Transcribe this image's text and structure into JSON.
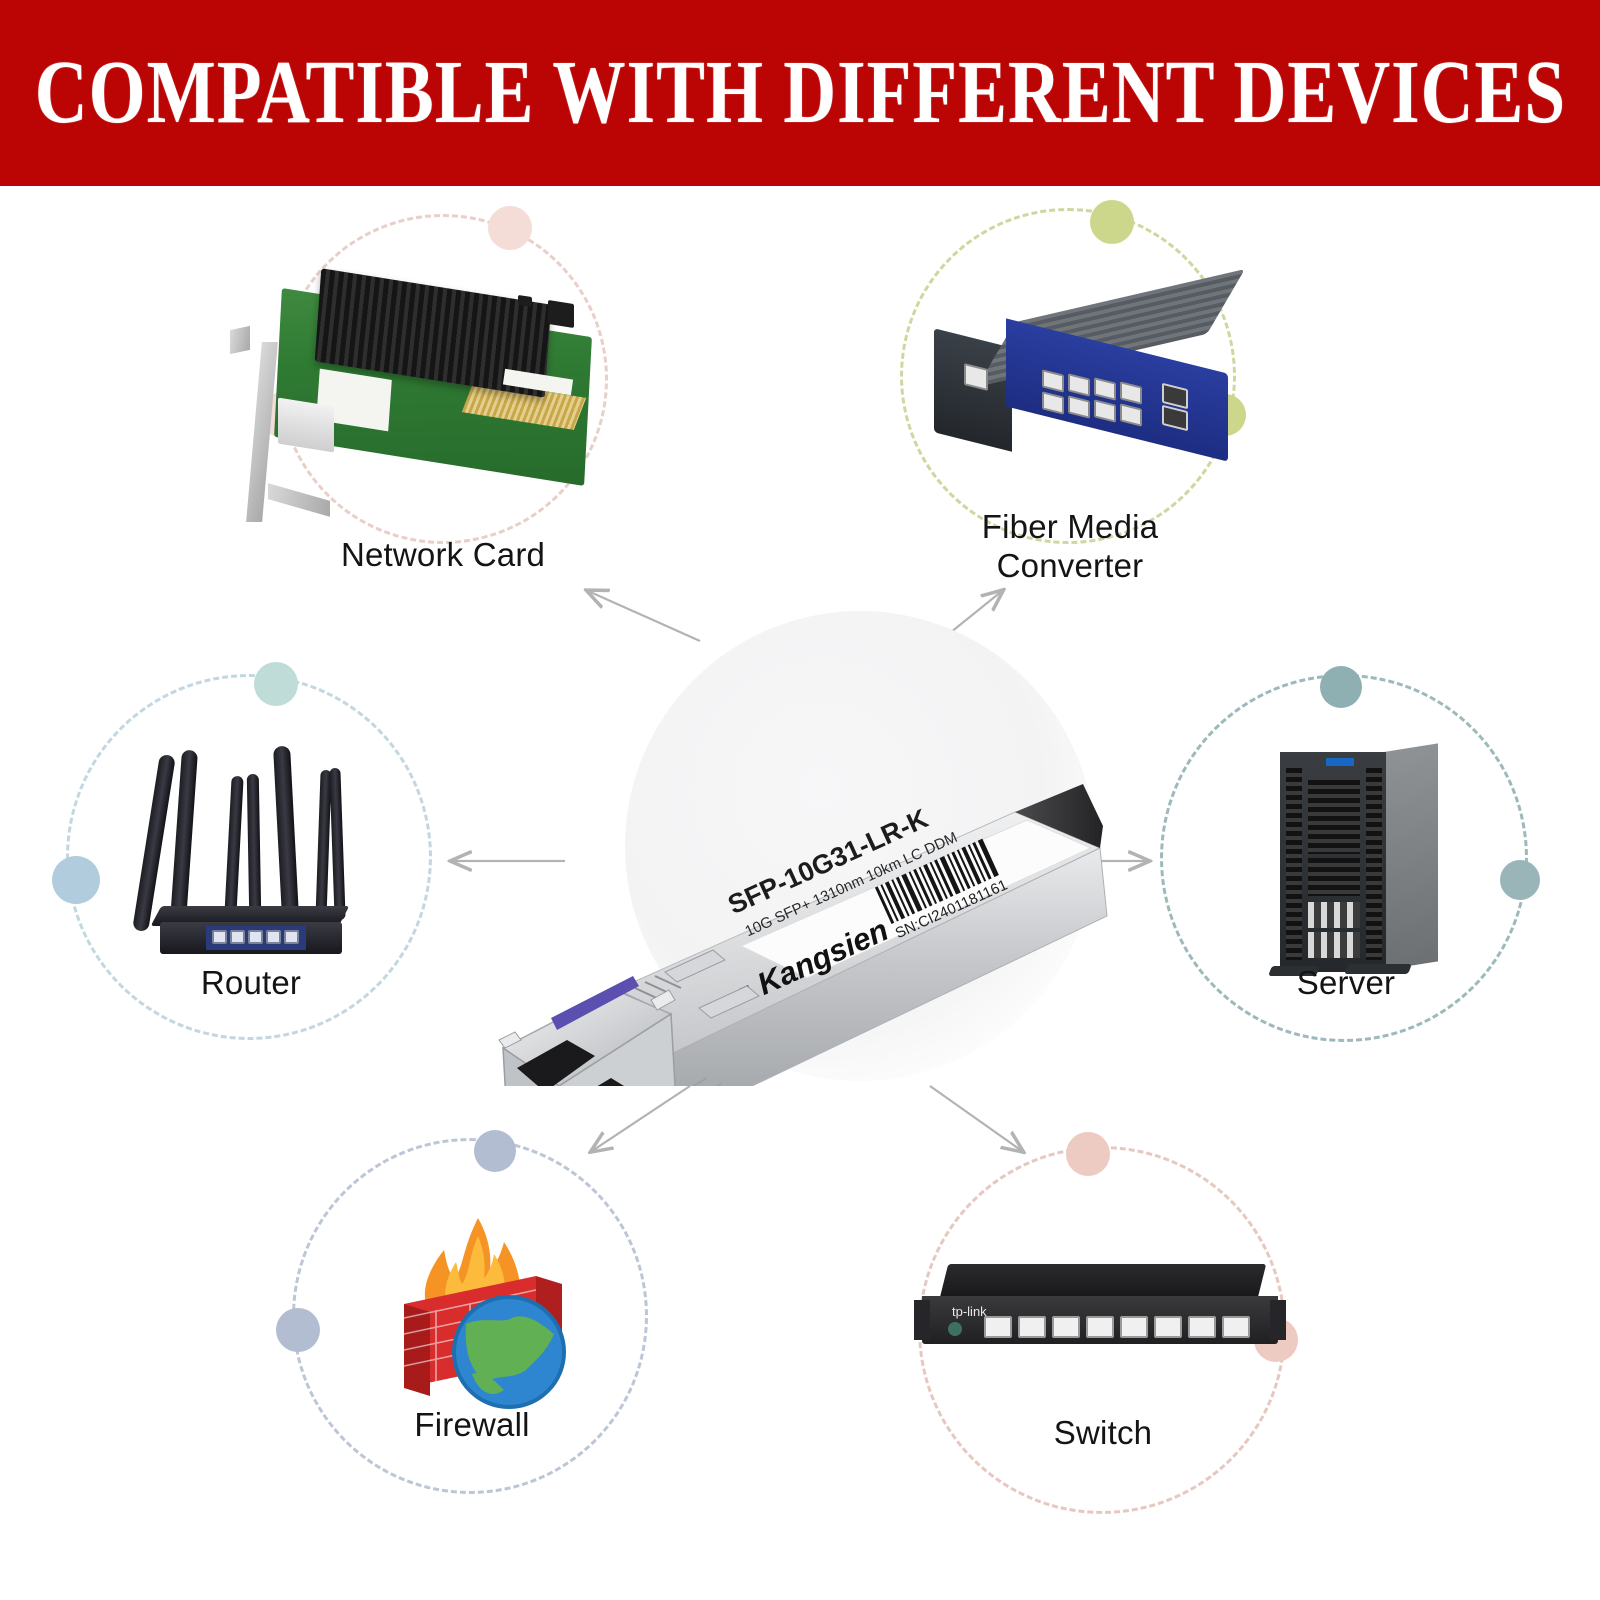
{
  "banner": {
    "title": "COMPATIBLE WITH DIFFERENT DEVICES",
    "background_color": "#bb0505",
    "text_color": "#ffffff"
  },
  "product": {
    "name": "SFP-10G31-LR-K",
    "spec": "10G SFP+ 1310nm 10km LC DDM",
    "serial": "SN:CI2401181161",
    "brand": "Kangsien",
    "body_color": "#d8d9da",
    "latch_color": "#5b4fb0"
  },
  "devices": [
    {
      "id": "network-card",
      "label": "Network Card",
      "ring_color": "#e8cfc9",
      "dot_color": "#f2d9d4",
      "position": "top-left"
    },
    {
      "id": "fiber-media-converter",
      "label": "Fiber Media\nConverter",
      "ring_color": "#ccd49a",
      "dot_color": "#cbd78f",
      "position": "top-right"
    },
    {
      "id": "router",
      "label": "Router",
      "ring_color": "#bcd3dd",
      "dot_color": "#aecbd9",
      "position": "mid-left"
    },
    {
      "id": "server",
      "label": "Server",
      "ring_color": "#8fb0b2",
      "dot_color": "#8fb0b2",
      "position": "mid-right"
    },
    {
      "id": "firewall",
      "label": "Firewall",
      "ring_color": "#b4bece",
      "dot_color": "#b0bace",
      "position": "bottom-left"
    },
    {
      "id": "switch",
      "label": "Switch",
      "ring_color": "#e3c3bb",
      "dot_color": "#edc9c1",
      "position": "bottom-right"
    }
  ],
  "switch_device": {
    "brand": "tp-link",
    "port_count": 8
  },
  "arrows": {
    "color": "#b0b0b0",
    "count": 6,
    "direction": "outward-from-center"
  }
}
